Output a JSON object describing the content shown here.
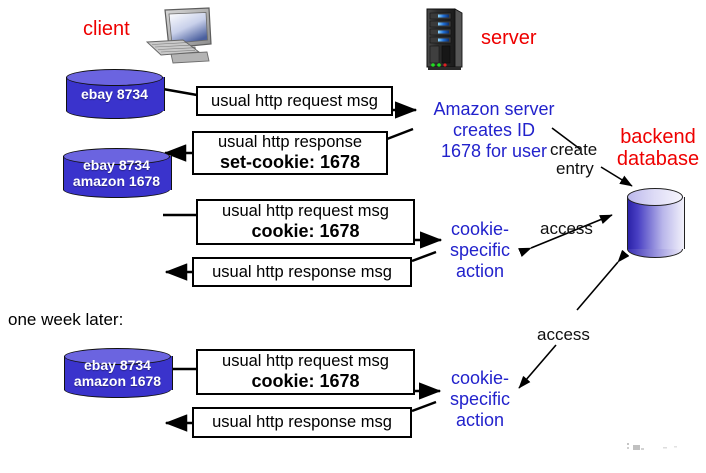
{
  "diagram": {
    "title_client": "client",
    "title_server": "server",
    "backend_db_label": "backend\ndatabase",
    "note_one_week": "one week later:"
  },
  "labels": {
    "client": "client",
    "server": "server",
    "backend_line1": "backend",
    "backend_line2": "database",
    "amazon_line1": "Amazon server",
    "amazon_line2": "creates ID",
    "amazon_line3": "1678 for user",
    "create_entry_line1": "create",
    "create_entry_line2": "entry",
    "access_top": "access",
    "access_bottom": "access",
    "cookie_action_line1": "cookie-",
    "cookie_action_line2": "specific",
    "cookie_action_line3": "action",
    "cookie_action2_line1": "cookie-",
    "cookie_action2_line2": "specific",
    "cookie_action2_line3": "action",
    "one_week_later": "one week later:"
  },
  "cookie_stores": [
    {
      "name": "client-cookie-store-1",
      "line1": "ebay 8734",
      "line2": ""
    },
    {
      "name": "client-cookie-store-2",
      "line1": "ebay 8734",
      "line2": "amazon 1678"
    },
    {
      "name": "client-cookie-store-3",
      "line1": "ebay 8734",
      "line2": "amazon 1678"
    }
  ],
  "messages": [
    {
      "id": "msg1",
      "line1": "usual http request msg",
      "line2": ""
    },
    {
      "id": "msg2",
      "line1": "usual http response",
      "line2": "set-cookie: 1678"
    },
    {
      "id": "msg3",
      "line1": "usual http request msg",
      "line2": "cookie: 1678"
    },
    {
      "id": "msg4",
      "line1": "usual http response msg",
      "line2": ""
    },
    {
      "id": "msg5",
      "line1": "usual http request msg",
      "line2": "cookie: 1678"
    },
    {
      "id": "msg6",
      "line1": "usual http response msg",
      "line2": ""
    }
  ],
  "icons": {
    "client_machine": "desktop-computer-icon",
    "server_machine": "server-tower-icon",
    "database": "database-cylinder-icon"
  },
  "colors": {
    "entity_label": "#ee0000",
    "annotation_blue": "#2222cc",
    "annotation_black": "#101010",
    "cookie_store_fill": "#3a33cc",
    "background": "#ffffff",
    "stroke": "#000000"
  }
}
